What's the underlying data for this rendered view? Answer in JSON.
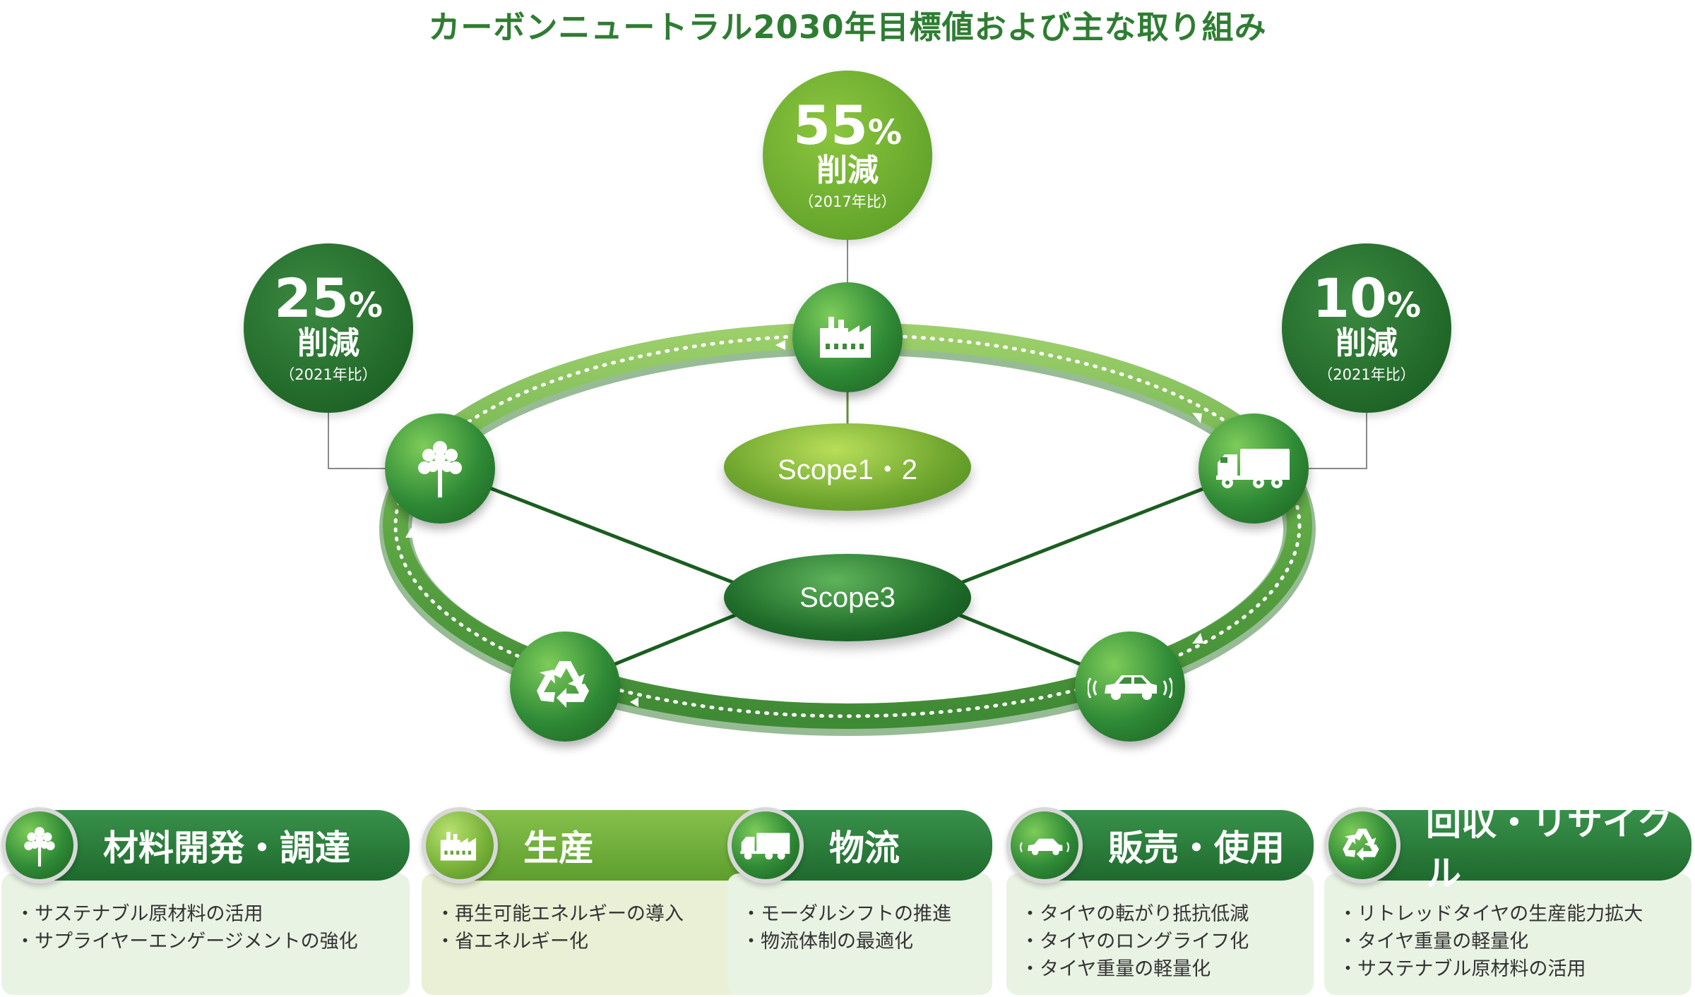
{
  "title": "カーボンニュートラル2030年目標値および主な取り組み",
  "targets": {
    "center": {
      "value": "55",
      "unit": "%",
      "label": "削減",
      "base": "（2017年比）"
    },
    "left": {
      "value": "25",
      "unit": "%",
      "label": "削減",
      "base": "（2021年比）"
    },
    "right": {
      "value": "10",
      "unit": "%",
      "label": "削減",
      "base": "（2021年比）"
    }
  },
  "scopes": {
    "inner": "Scope1・2",
    "outer": "Scope3"
  },
  "icons": {
    "tree": "tree-icon",
    "factory": "factory-icon",
    "truck": "truck-icon",
    "car": "car-icon",
    "recycle": "recycle-icon"
  },
  "colors": {
    "dark_green": "#1f6a2e",
    "light_green": "#7ab33a",
    "title_green": "#2e7d32"
  },
  "cards": [
    {
      "title": "材料開発・調達",
      "items": [
        "サステナブル原材料の活用",
        "サプライヤーエンゲージメントの強化"
      ]
    },
    {
      "title": "生産",
      "items": [
        "再生可能エネルギーの導入",
        "省エネルギー化"
      ]
    },
    {
      "title": "物流",
      "items": [
        "モーダルシフトの推進",
        "物流体制の最適化"
      ]
    },
    {
      "title": "販売・使用",
      "items": [
        "タイヤの転がり抵抗低減",
        "タイヤのロングライフ化",
        "タイヤ重量の軽量化"
      ]
    },
    {
      "title": "回収・リサイクル",
      "items": [
        "リトレッドタイヤの生産能力拡大",
        "タイヤ重量の軽量化",
        "サステナブル原材料の活用"
      ]
    }
  ]
}
